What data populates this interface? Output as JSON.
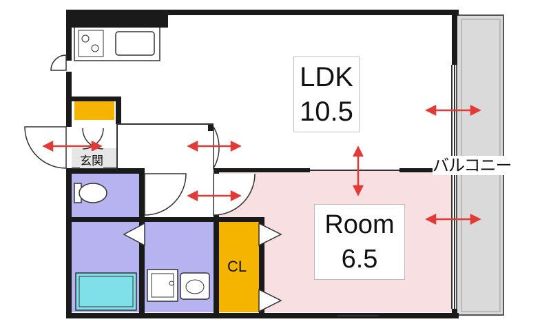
{
  "rooms": {
    "ldk": {
      "name": "LDK",
      "size": "10.5"
    },
    "room": {
      "name": "Room",
      "size": "6.5"
    },
    "closet": {
      "name": "CL"
    },
    "entrance": {
      "name": "玄関"
    },
    "balcony": {
      "name": "バルコニー"
    }
  },
  "colors": {
    "wall": "#1a1a1a",
    "ldk_floor": "#ffffff",
    "room_floor": "#f8dfe2",
    "closet_floor": "#f4b400",
    "shoe_box": "#f4b400",
    "wet_area": "#b6b3f0",
    "bathtub": "#7fe0ea",
    "balcony": "#dadada",
    "entrance_floor": "#e6e6e6",
    "arrow": "#e53935"
  }
}
